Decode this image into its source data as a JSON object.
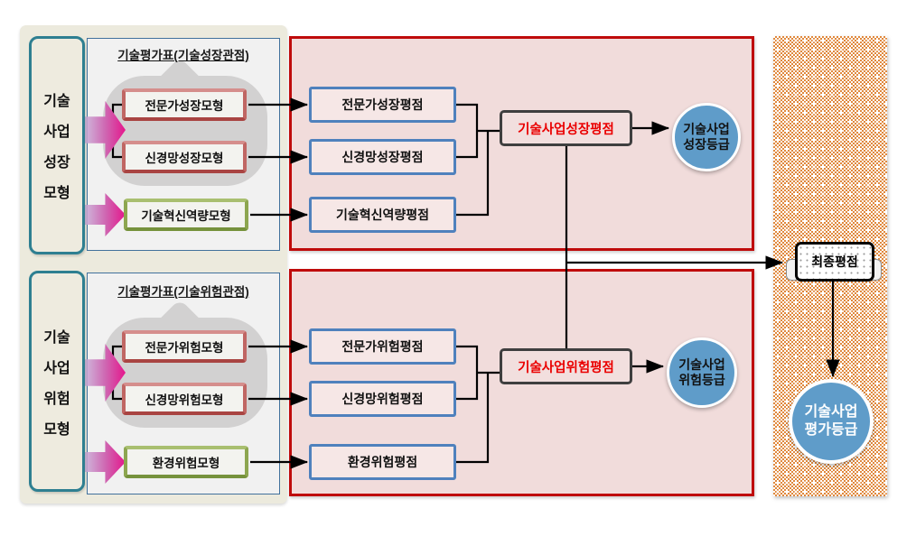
{
  "growth_section": {
    "side_label_lines": [
      "기술",
      "사업",
      "성장",
      "모형"
    ],
    "table_title": "기술평가표(기술성장관점)",
    "model_boxes": [
      {
        "label": "전문가성장모형",
        "style": "red"
      },
      {
        "label": "신경망성장모형",
        "style": "red"
      },
      {
        "label": "기술혁신역량모형",
        "style": "green"
      }
    ],
    "score_boxes": [
      "전문가성장평점",
      "신경망성장평점",
      "기술혁신역량평점"
    ],
    "total_score_label": "기술사업성장평점",
    "grade_lines": [
      "기술사업",
      "성장등급"
    ]
  },
  "risk_section": {
    "side_label_lines": [
      "기술",
      "사업",
      "위험",
      "모형"
    ],
    "table_title": "기술평가표(기술위험관점)",
    "model_boxes": [
      {
        "label": "전문가위험모형",
        "style": "red"
      },
      {
        "label": "신경망위험모형",
        "style": "red"
      },
      {
        "label": "환경위험모형",
        "style": "green"
      }
    ],
    "score_boxes": [
      "전문가위험평점",
      "신경망위험평점",
      "환경위험평점"
    ],
    "total_score_label": "기술사업위험평점",
    "grade_lines": [
      "기술사업",
      "위험등급"
    ]
  },
  "final_section": {
    "score_label": "최종평점",
    "grade_lines": [
      "기술사업",
      "평가등급"
    ]
  },
  "colors": {
    "section_border_red": "#bf0b0b",
    "section_fill_pink": "#f1dcdb",
    "score_border_blue": "#4f81bd",
    "model_border_red": "#a94442",
    "model_border_green": "#76923c",
    "side_box_teal": "#2e7f91",
    "grade_circle_blue": "#5f9cc9",
    "arrow_magenta": "#e5168c",
    "final_panel_orange": "#e0883c",
    "total_score_text_red": "#ea0000"
  }
}
